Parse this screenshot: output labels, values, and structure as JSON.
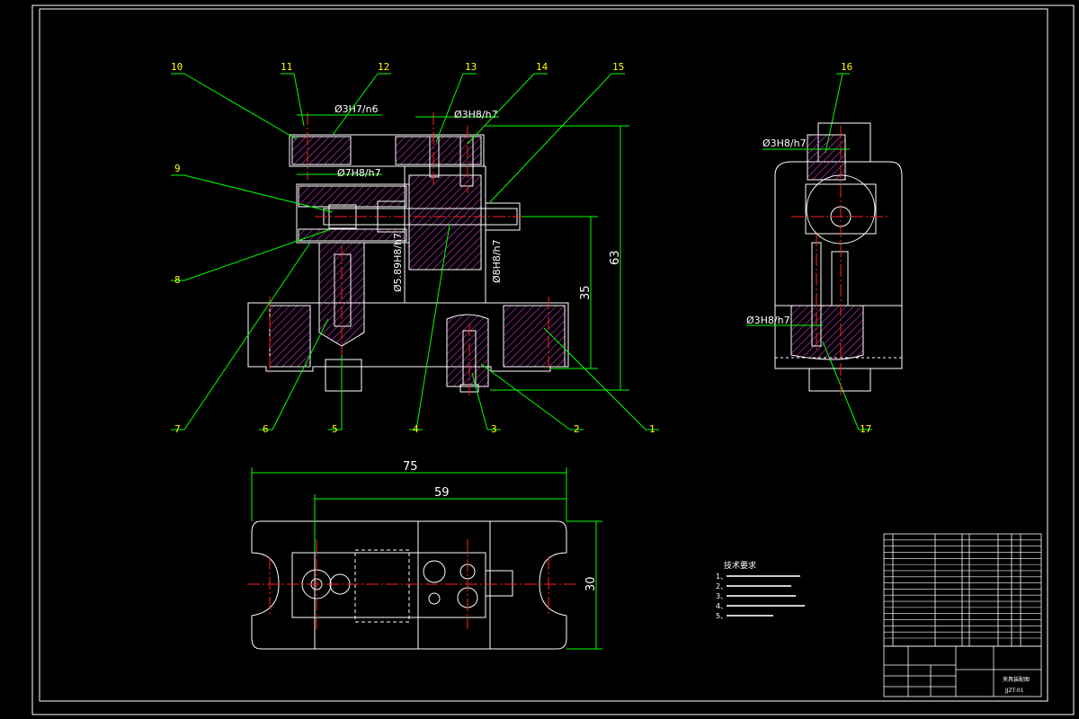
{
  "colors": {
    "background": "#000000",
    "frame": "#ffffff",
    "outline": "#ffffff",
    "leader": "#00ff00",
    "dimension": "#00ff00",
    "centerline": "#ff2020",
    "hatch": "#cc33cc",
    "yellow": "#ffff00",
    "cyan": "#00ffff",
    "text": "#ffffff"
  },
  "balloons": [
    "1",
    "2",
    "3",
    "4",
    "5",
    "6",
    "7",
    "8",
    "9",
    "10",
    "11",
    "12",
    "13",
    "14",
    "15",
    "16",
    "17"
  ],
  "fits": {
    "f1": "Ø3H7/n6",
    "f2": "Ø3H8/h7",
    "f3": "Ø7H8/h7",
    "f4": "Ø5.89H8/h7",
    "f5": "Ø8H8/h7",
    "f6": "Ø3H8/h7",
    "f7": "Ø3H8/h7"
  },
  "dimensions": {
    "d63": "63",
    "d35": "35",
    "d75": "75",
    "d59": "59",
    "d30": "30"
  },
  "notes": {
    "title": "技术要求",
    "lines": [
      "1、",
      "2、",
      "3、",
      "4、",
      "5、"
    ]
  },
  "title_block": {
    "label_a": "夹具装配图",
    "label_b": "JJZT-01"
  }
}
